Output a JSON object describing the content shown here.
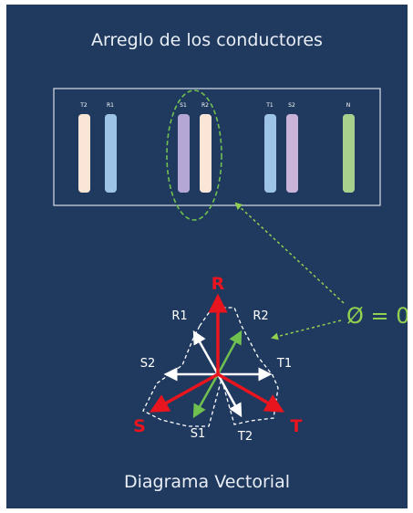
{
  "title_top": "Arreglo de los conductores",
  "title_bottom": "Diagrama Vectorial",
  "conductors": [
    {
      "label": "T2",
      "color": "#fbe5d6"
    },
    {
      "label": "R1",
      "color": "#9dc3e6"
    },
    {
      "label": "S1",
      "color": "#b4a7d6"
    },
    {
      "label": "R2",
      "color": "#fbe5d6"
    },
    {
      "label": "T1",
      "color": "#9dc3e6"
    },
    {
      "label": "S2",
      "color": "#c9b3d8"
    },
    {
      "label": "N",
      "color": "#a9d18e"
    }
  ],
  "phase_labels": {
    "r": "R",
    "s": "S",
    "t": "T"
  },
  "vector_labels": {
    "r1": "R1",
    "r2": "R2",
    "s1": "S1",
    "s2": "S2",
    "t1": "T1",
    "t2": "T2"
  },
  "phi_annotation": "Ø = 0",
  "colors": {
    "background": "#203a5f",
    "phase_vector": "#e8141e",
    "sub_vector_white": "#ffffff",
    "sub_vector_green": "#70c050",
    "annotation": "#92d050"
  }
}
